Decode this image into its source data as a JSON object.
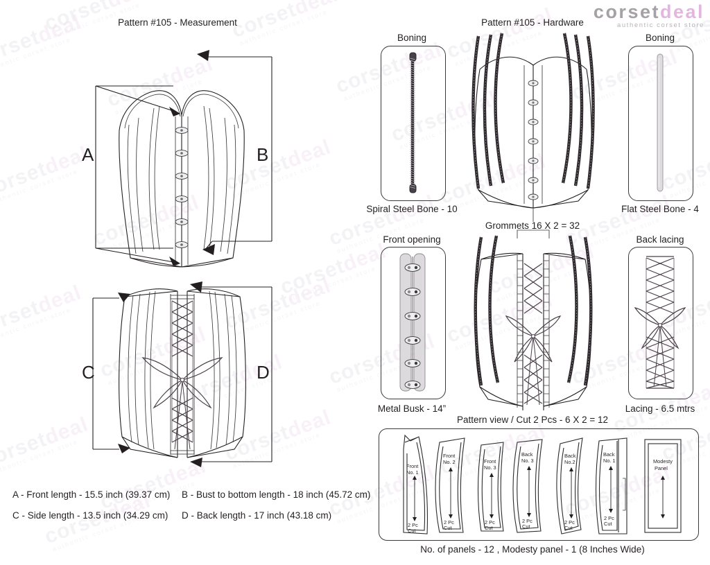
{
  "brand": {
    "name_gray": "corset",
    "name_pink": "deal",
    "tagline": "authentic corset store",
    "color_gray": "#a6a1a6",
    "color_pink": "#e3b6e0",
    "watermark_text": "corsetdeal",
    "watermark_tagline": "authentic corset store"
  },
  "left_panel": {
    "title": "Pattern #105 -  Measurement",
    "front_view": {
      "label_left": "A",
      "label_right": "B"
    },
    "back_view": {
      "label_left": "C",
      "label_right": "D"
    },
    "measurements": [
      "A - Front length - 15.5 inch (39.37 cm)",
      "B - Bust to bottom length - 18 inch (45.72 cm)",
      "C - Side length - 13.5 inch (34.29 cm)",
      "D - Back length - 17 inch (43.18 cm)"
    ]
  },
  "right_panel": {
    "title": "Pattern #105 -  Hardware",
    "boning_left": {
      "heading": "Boning",
      "caption": "Spiral Steel Bone - 10"
    },
    "boning_right": {
      "heading": "Boning",
      "caption": "Flat Steel Bone - 4"
    },
    "grommets_caption": "Grommets 16 X 2 = 32",
    "busk": {
      "heading": "Front opening",
      "caption": "Metal Busk - 14”"
    },
    "lacing": {
      "heading": "Back lacing",
      "caption": "Lacing - 6.5 mtrs"
    },
    "pattern_view_title": "Pattern view  /  Cut 2 Pcs - 6 X 2 = 12",
    "pattern_pieces": [
      {
        "name": "Front",
        "no": "No. 1",
        "cut": "2 Pc",
        "cut2": "Cut"
      },
      {
        "name": "Front",
        "no": "No. 2",
        "cut": "2 Pc",
        "cut2": "Cut"
      },
      {
        "name": "Front",
        "no": "No. 3",
        "cut": "2 Pc",
        "cut2": "Cut"
      },
      {
        "name": "Back",
        "no": "No. 3",
        "cut": "2 Pc",
        "cut2": "Cut"
      },
      {
        "name": "Back",
        "no": "No.2",
        "cut": "2 Pc",
        "cut2": "Cut"
      },
      {
        "name": "Back",
        "no": "No. 1",
        "cut": "2 Pc",
        "cut2": "Cut"
      },
      {
        "name": "Modesty",
        "no": "Panel",
        "cut": "",
        "cut2": ""
      }
    ],
    "footer": "No. of panels - 12  , Modesty panel - 1 (8 Inches Wide)"
  }
}
